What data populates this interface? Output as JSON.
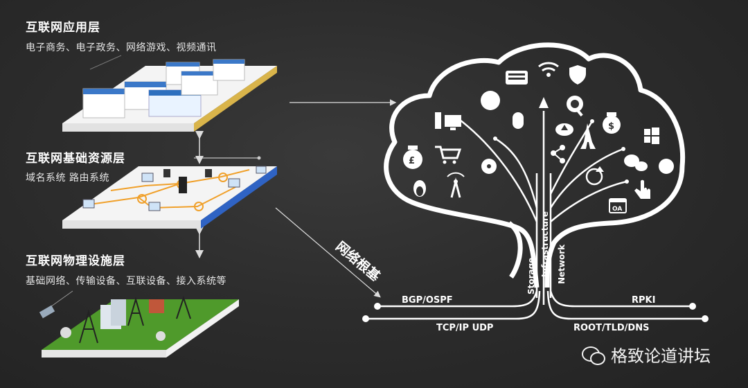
{
  "layers": [
    {
      "title": "互联网应用层",
      "desc": "电子商务、电子政务、网络游戏、视频通讯"
    },
    {
      "title": "互联网基础资源层",
      "desc": "域名系统 路由系统"
    },
    {
      "title": "互联网物理设施层",
      "desc": "基础网络、传输设备、互联设备、接入系统等"
    }
  ],
  "tree": {
    "root_label": "网络根基",
    "trunk_labels": [
      "Storage",
      "Infrastructure",
      "Network"
    ],
    "root_lines": {
      "upper_left": "BGP/OSPF",
      "lower_left": "TCP/IP  UDP",
      "upper_right": "RPKI",
      "lower_right": "ROOT/TLD/DNS"
    },
    "icons": [
      "wifi-icon",
      "keyboard-icon",
      "shield-icon",
      "circle-icon",
      "computer-icon",
      "mouse-icon",
      "search-cloud-icon",
      "upload-cloud-icon",
      "eiffel-tower-icon",
      "money-bag-icon",
      "currency-bag-icon",
      "shopping-cart-icon",
      "film-reel-icon",
      "share-icon",
      "windows-icon",
      "penguin-icon",
      "antenna-icon",
      "globe-upload-icon",
      "chat-icon",
      "earth-icon",
      "touch-hand-icon",
      "oa-calendar-icon"
    ],
    "oa_text": "OA"
  },
  "watermark": {
    "text": "格致论道讲坛"
  },
  "colors": {
    "background": "#2b2b2b",
    "line": "#ffffff",
    "layer1_edge": "#d9b44a",
    "layer2_edge": "#2f63c4",
    "grass": "#4f9a2b",
    "net_line": "#f0a02a"
  }
}
